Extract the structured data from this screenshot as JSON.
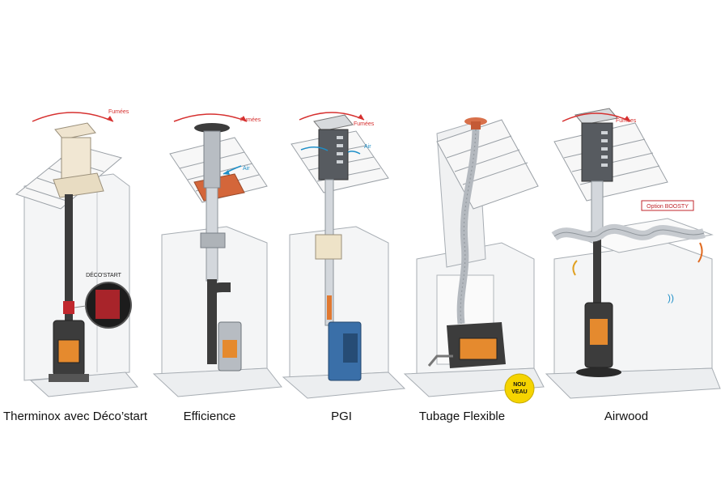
{
  "colors": {
    "smoke": "#d6302f",
    "air": "#1e8fc8",
    "pipe_dark": "#3c3c3c",
    "pipe_steel": "#c9cdd2",
    "accent_red": "#c0272d",
    "badge_yellow": "#f5d400",
    "stove_blue": "#3a6fa8",
    "line_art": "#9aa0a6"
  },
  "panels": [
    {
      "caption": "Therminox avec Déco’start",
      "labels": {
        "smoke": "Fumées",
        "callout": "DÉCO'START"
      },
      "icon": "therminox-system-icon"
    },
    {
      "caption": "Efficience",
      "labels": {
        "smoke": "Fumées",
        "air": "Air"
      },
      "icon": "efficience-system-icon"
    },
    {
      "caption": "PGI",
      "labels": {
        "smoke": "Fumées",
        "air": "Air"
      },
      "icon": "pgi-system-icon"
    },
    {
      "caption": "Tubage Flexible",
      "labels": {
        "badge_line1": "NOU",
        "badge_line2": "VEAU"
      },
      "icon": "tubage-flexible-system-icon"
    },
    {
      "caption": "Airwood",
      "labels": {
        "smoke": "Fumées",
        "option": "Option BOOSTY"
      },
      "icon": "airwood-system-icon"
    }
  ]
}
